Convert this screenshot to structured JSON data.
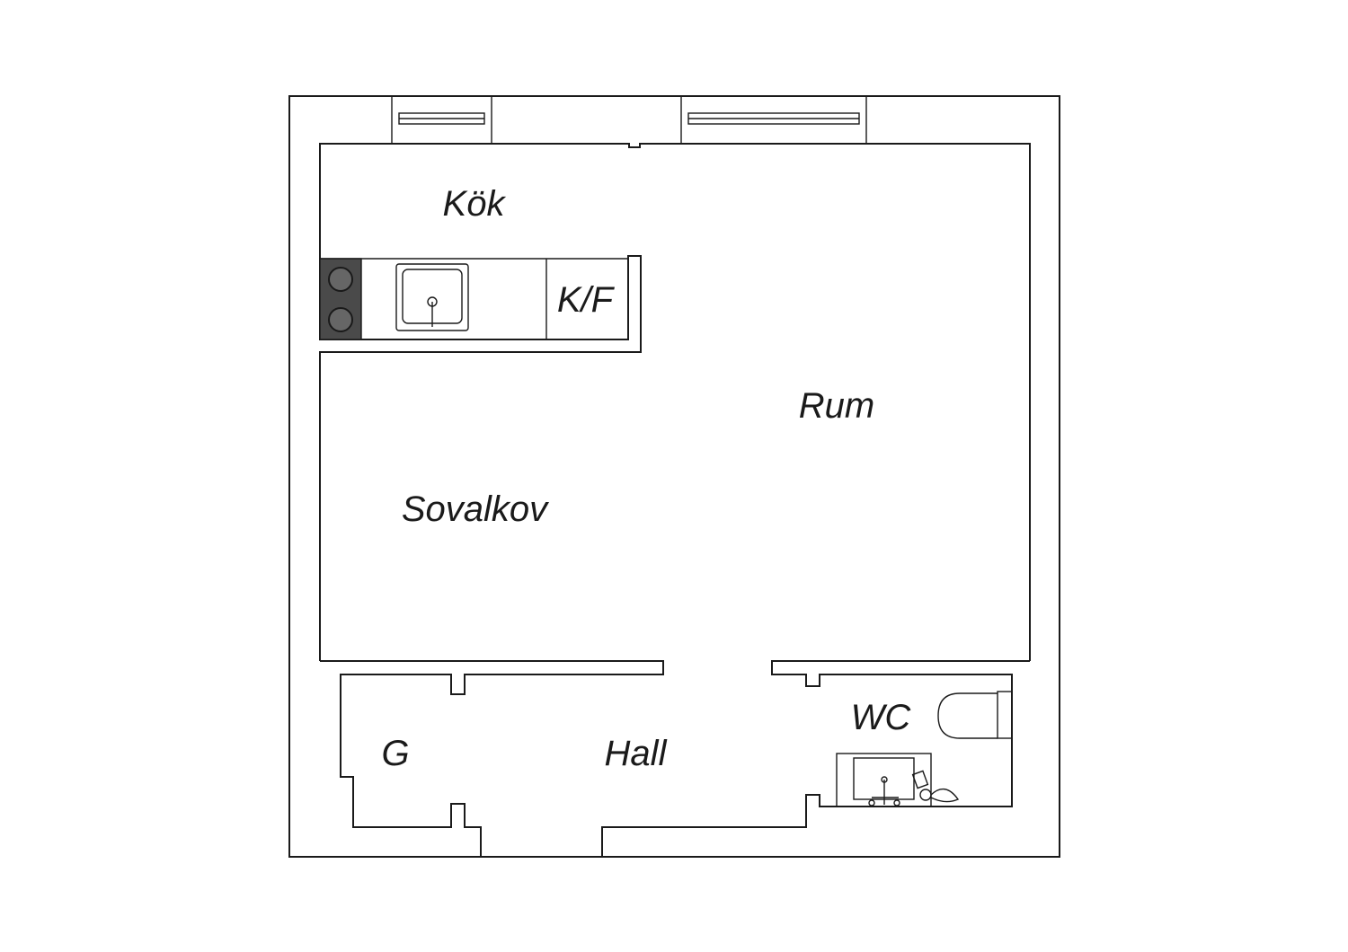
{
  "rooms": {
    "kitchen": "Kök",
    "fridge_freezer": "K/F",
    "living_room": "Rum",
    "sleeping_alcove": "Sovalkov",
    "wardrobe": "G",
    "hall": "Hall",
    "toilet": "WC"
  },
  "colors": {
    "line": "#1a1a1a",
    "background": "#ffffff",
    "stove_top": "#4a4a4a"
  }
}
